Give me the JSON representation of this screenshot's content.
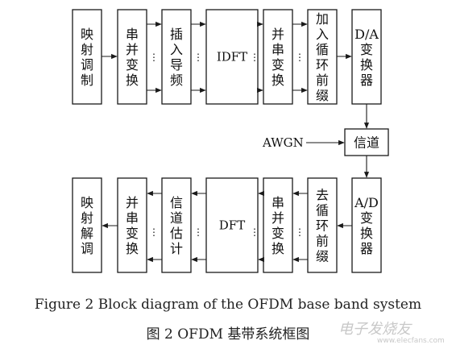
{
  "blocks_top": [
    {
      "id": "map",
      "label": "映射调制"
    },
    {
      "id": "s2p1",
      "label": "串并变换"
    },
    {
      "id": "pilot",
      "label": "插入导频"
    },
    {
      "id": "idft",
      "label": "IDFT"
    },
    {
      "id": "p2s1",
      "label": "并串变换"
    },
    {
      "id": "cp_add",
      "label": "加入循环前缀"
    },
    {
      "id": "dac",
      "label": "D/A变换器"
    }
  ],
  "channel": {
    "label": "信道",
    "noise": "AWGN"
  },
  "blocks_bottom": [
    {
      "id": "adc",
      "label": "A/D变换器"
    },
    {
      "id": "cp_rm",
      "label": "去循环前缀"
    },
    {
      "id": "s2p2",
      "label": "串并变换"
    },
    {
      "id": "dft",
      "label": "DFT"
    },
    {
      "id": "est",
      "label": "信道估计"
    },
    {
      "id": "p2s2",
      "label": "并串变换"
    },
    {
      "id": "demap",
      "label": "映射解调"
    }
  ],
  "ellipsis": "⋮",
  "caption": {
    "english": "Figure 2    Block diagram of the OFDM base band system",
    "chinese": "图 2   OFDM 基带系统框图"
  },
  "watermark": {
    "text": "电子发烧友",
    "url": "www.elecfans.com"
  }
}
